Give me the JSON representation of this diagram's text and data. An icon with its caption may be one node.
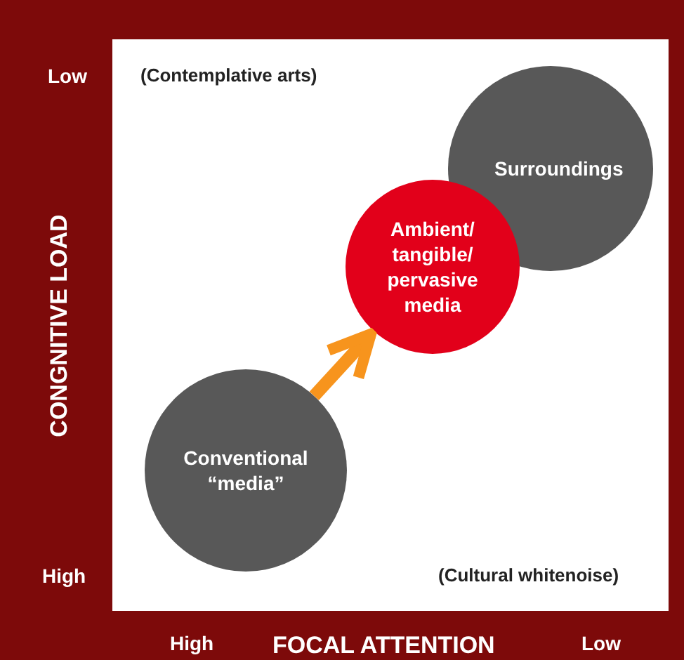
{
  "diagram": {
    "nodes": [
      {
        "text": [
          "Surroundings"
        ]
      },
      {
        "text": [
          "Ambient/ tangible/ pervasive media"
        ]
      },
      {
        "text": [
          "Conventional “media”"
        ]
      }
    ],
    "edges": [
      {
        "from": 2,
        "to": 1,
        "arrow": "to",
        "color": "#f7941d"
      }
    ],
    "labels": [
      "Low",
      "(Contemplative arts)",
      "CONGNITIVE LOAD",
      "High",
      "(Cultural whitenoise)",
      "High",
      "FOCAL ATTENTION",
      "Low"
    ]
  }
}
